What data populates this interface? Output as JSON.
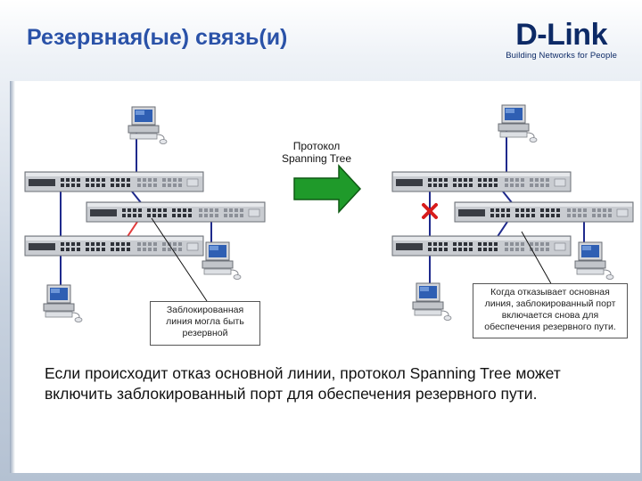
{
  "header": {
    "title": "Резервная(ые) связь(и)",
    "logo_text": "D-Link",
    "logo_tagline": "Building Networks for People"
  },
  "diagram": {
    "protocol_label_line1": "Протокол",
    "protocol_label_line2": "Spanning Tree",
    "left_note": "Заблокированная линия могла быть резервной",
    "right_note": "Когда отказывает основная линия, заблокированный порт включается снова для обеспечения резервного пути.",
    "colors": {
      "link_primary": "#1f2a8c",
      "link_blocked": "#e23b3b",
      "arrow_fill": "#1f9a2a",
      "failure_mark": "#d81c1c"
    }
  },
  "body": {
    "text": "Если происходит отказ основной линии, протокол Spanning Tree может включить заблокированный порт для обеспечения резервного пути."
  }
}
